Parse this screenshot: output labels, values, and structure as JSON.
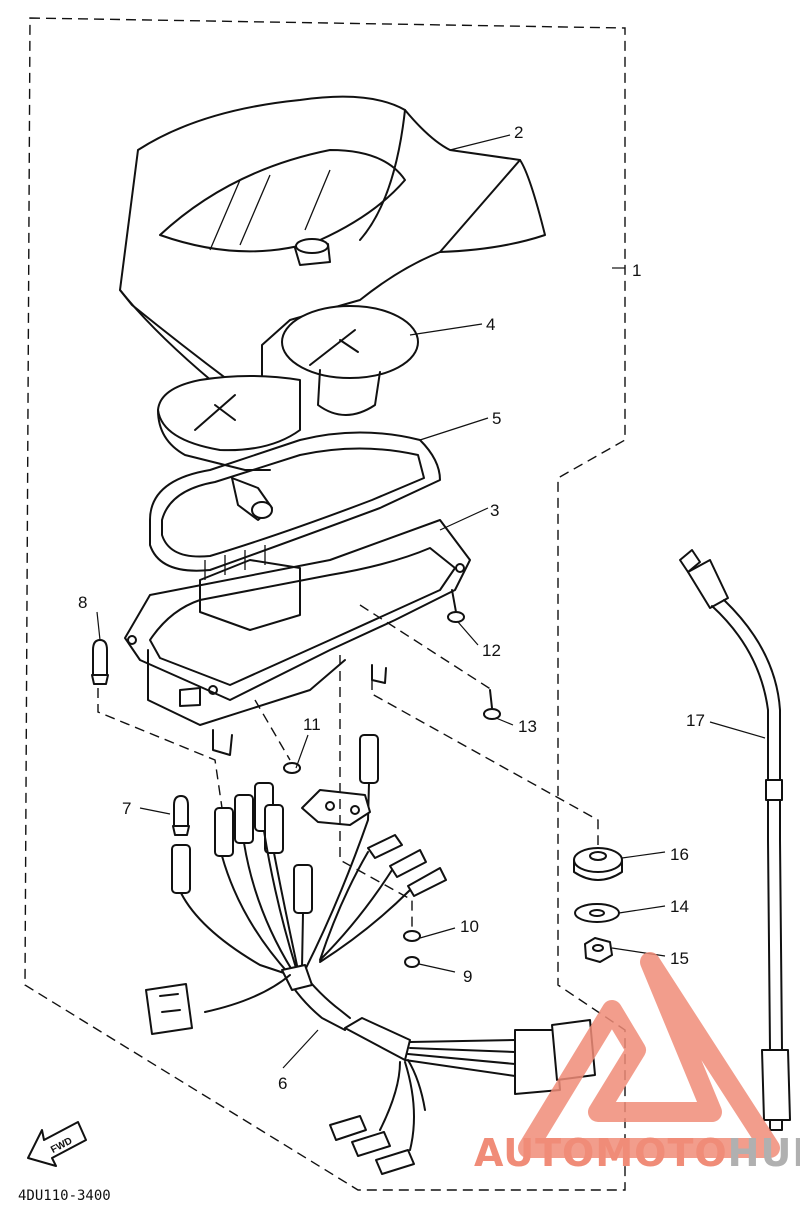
{
  "diagram": {
    "callouts": {
      "c1": "1",
      "c2": "2",
      "c3": "3",
      "c4": "4",
      "c5": "5",
      "c6": "6",
      "c7": "7",
      "c8": "8",
      "c9": "9",
      "c10": "10",
      "c11": "11",
      "c12": "12",
      "c13": "13",
      "c14": "14",
      "c15": "15",
      "c16": "16",
      "c17": "17"
    },
    "drawing_code": "4DU110-3400",
    "direction_arrow": "FWD"
  },
  "watermark": {
    "part1": "AUTOMOTO",
    "part2": "HUB",
    "color_primary": "#f08c78",
    "color_secondary": "#b0b0b0"
  }
}
